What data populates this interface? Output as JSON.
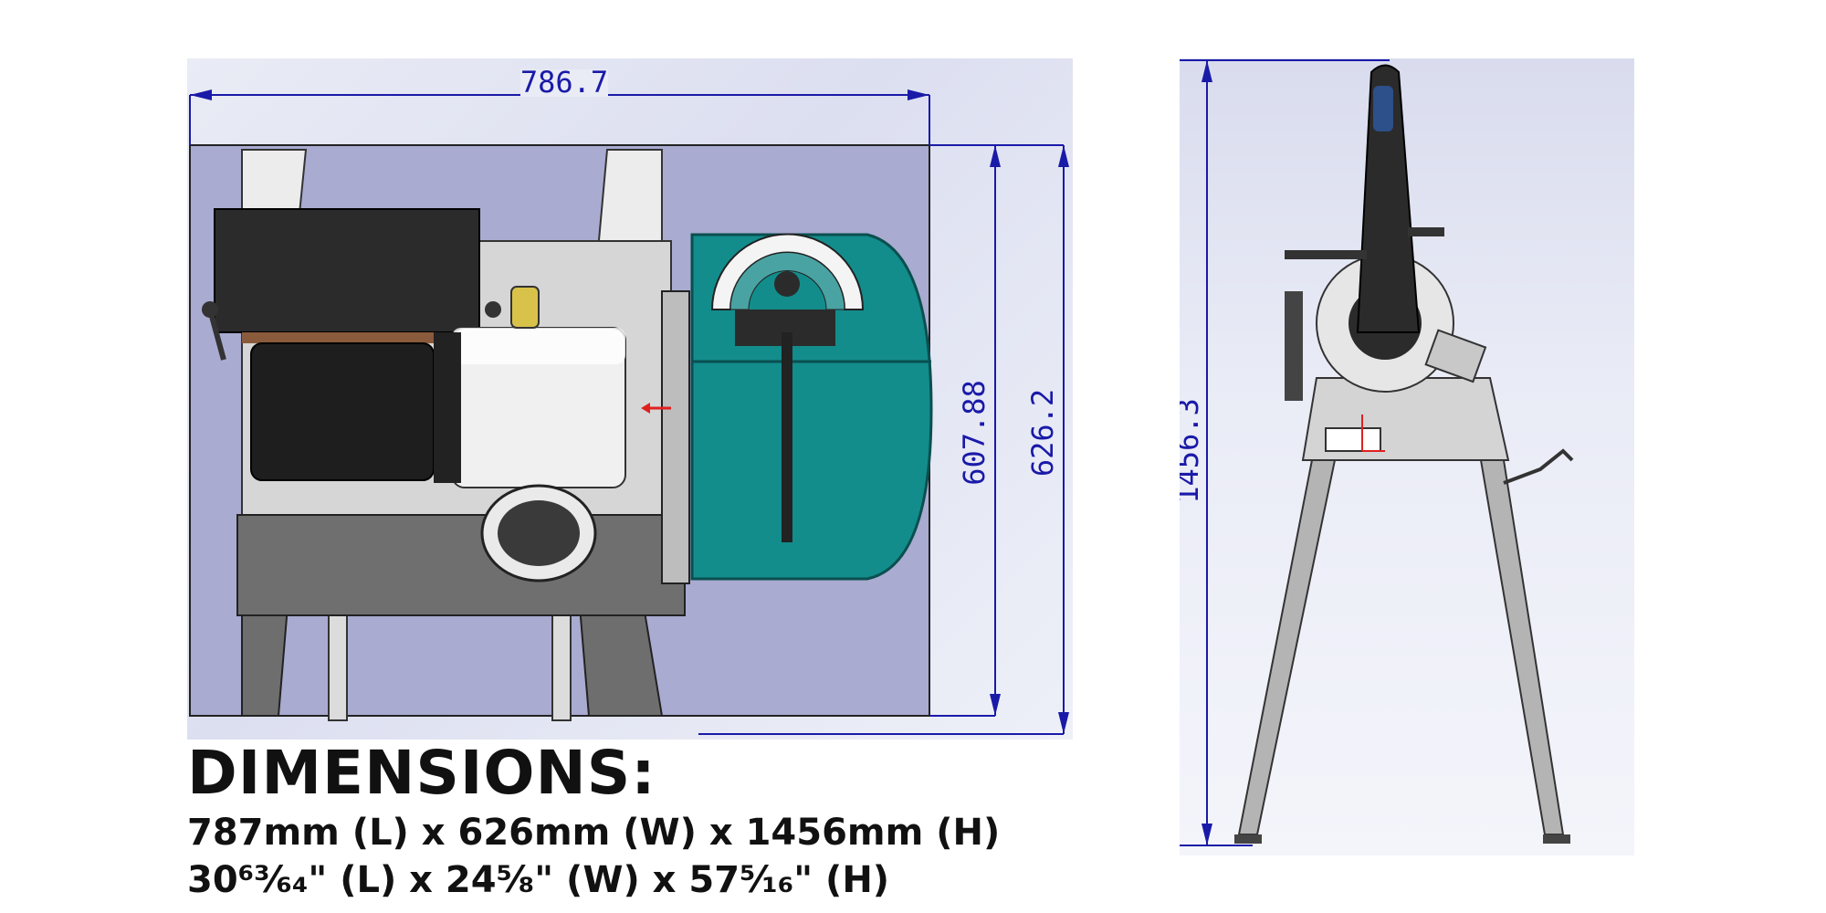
{
  "top_view": {
    "dim_length": "786.7",
    "dim_inner_width": "607.88",
    "dim_outer_width": "626.2"
  },
  "side_view": {
    "dim_height": "1456.3"
  },
  "caption": {
    "title": "DIMENSIONS:",
    "metric": "787mm (L) x 626mm (W) x 1456mm (H)",
    "imperial": "30⁶³⁄₆₄\" (L) x 24⁵⁄₈\" (W) x 57⁵⁄₁₆\" (H)"
  },
  "colors": {
    "dimension_line": "#1a1aa8",
    "guard_teal": "#138c8c",
    "motor_black": "#2b2b2b",
    "base_purple": "#a9abd1"
  }
}
